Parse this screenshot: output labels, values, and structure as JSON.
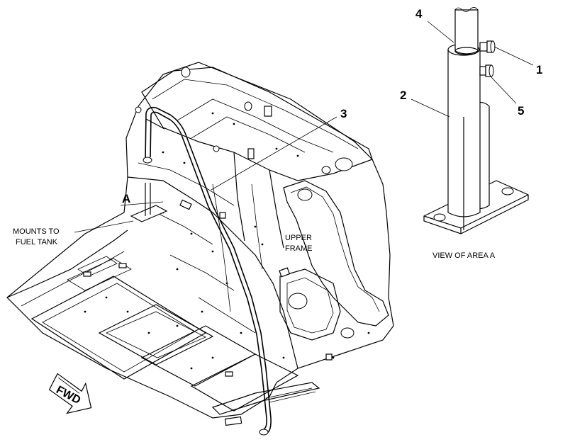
{
  "callouts": {
    "c1": "1",
    "c2": "2",
    "c3": "3",
    "c4": "4",
    "c5": "5"
  },
  "labels": {
    "view_letter": "A",
    "mounts_line1": "MOUNTS TO",
    "mounts_line2": "FUEL TANK",
    "upper_frame_line1": "UPPER",
    "upper_frame_line2": "FRAME",
    "view_of_area": "VIEW OF AREA A",
    "fwd": "FWD"
  }
}
